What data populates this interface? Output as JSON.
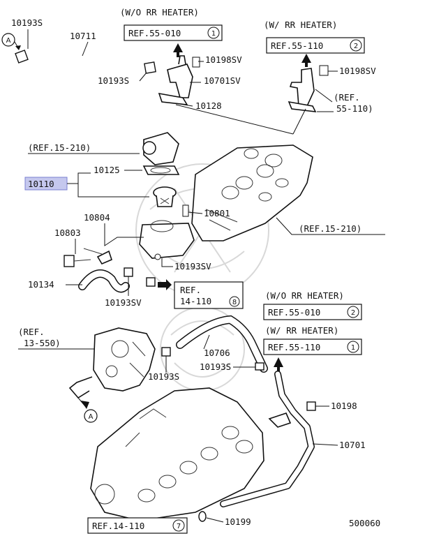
{
  "diagram_id": "500060",
  "highlight_color": "#c5c8ee",
  "callouts": {
    "p10193s_top": "10193S",
    "p10711": "10711",
    "p10193s_mid": "10193S",
    "p10198sv_a": "10198SV",
    "p10701sv": "10701SV",
    "p10128": "10128",
    "p10198sv_b": "10198SV",
    "p10125": "10125",
    "p10110": "10110",
    "p10804": "10804",
    "p10801": "10801",
    "p10803": "10803",
    "p10193sv_a": "10193SV",
    "p10134": "10134",
    "p10193sv_b": "10193SV",
    "p10706": "10706",
    "p10193s_low": "10193S",
    "p10193s_right": "10193S",
    "p10198": "10198",
    "p10701": "10701",
    "p10199": "10199"
  },
  "references": {
    "wo_rr_heater_top": "(W/O RR HEATER)",
    "ref_55_010_1": "REF.55-010",
    "ref_55_010_1_num": "1",
    "w_rr_heater_top": "(W/ RR HEATER)",
    "ref_55_110_2": "REF.55-110",
    "ref_55_110_2_num": "2",
    "ref_55_110_line1": "(REF.",
    "ref_55_110_line2": "55-110)",
    "ref_15_210_a": "(REF.15-210)",
    "ref_15_210_b": "(REF.15-210)",
    "ref_14_110_8_line1": "REF.",
    "ref_14_110_8_line2": "14-110",
    "ref_14_110_8_num": "8",
    "wo_rr_heater_mid": "(W/O RR HEATER)",
    "ref_55_010_2": "REF.55-010",
    "ref_55_010_2_num": "2",
    "w_rr_heater_mid": "(W/ RR HEATER)",
    "ref_55_110_1": "REF.55-110",
    "ref_55_110_1_num": "1",
    "ref_13_550_line1": "(REF.",
    "ref_13_550_line2": "13-550)",
    "ref_14_110_7": "REF.14-110",
    "ref_14_110_7_num": "7"
  },
  "markers": {
    "a_top": "A",
    "a_bottom": "A"
  }
}
